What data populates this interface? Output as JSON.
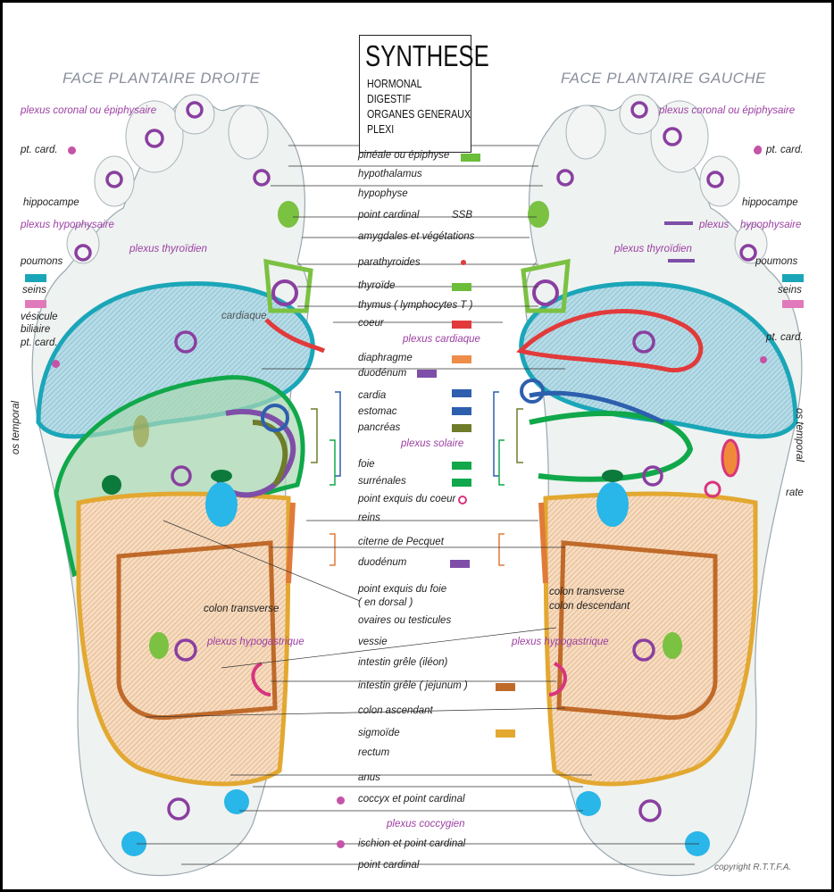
{
  "header": {
    "title_right_foot": "FACE PLANTAIRE   DROITE",
    "title_left_foot": "FACE PLANTAIRE  GAUCHE",
    "synthese": {
      "title": "SYNTHESE",
      "lines": [
        "HORMONAL",
        "DIGESTIF",
        "ORGANES GENERAUX",
        "PLEXI"
      ]
    }
  },
  "center_labels": [
    {
      "text": "pinéale ou épiphyse",
      "color": "#6cbd3a",
      "kind": "swatch"
    },
    {
      "text": "hypothalamus"
    },
    {
      "text": "hypophyse"
    },
    {
      "text": "point cardinal",
      "extra": "SSB"
    },
    {
      "text": "amygdales et végétations"
    },
    {
      "text": "parathyroides",
      "color": "#e23a3a",
      "kind": "smalldot"
    },
    {
      "text": "thyroïde",
      "color": "#6cbd3a",
      "kind": "swatch"
    },
    {
      "text": "thymus ( lymphocytes T )"
    },
    {
      "text": "coeur",
      "color": "#e23a3a",
      "kind": "swatch"
    },
    {
      "text": "plexus cardiaque",
      "plexus": true
    },
    {
      "text": "diaphragme",
      "color": "#ee8c4a",
      "kind": "swatch"
    },
    {
      "text": "duodénum",
      "color": "#7e4ea8",
      "kind": "swatch"
    },
    {
      "text": "cardia",
      "color": "#2d5fae",
      "kind": "swatch"
    },
    {
      "text": "estomac",
      "color": "#2d5fae",
      "kind": "swatch"
    },
    {
      "text": "pancréas",
      "color": "#6f7c2a",
      "kind": "swatch"
    },
    {
      "text": "plexus solaire",
      "plexus": true
    },
    {
      "text": "foie",
      "color": "#10a84a",
      "kind": "swatch"
    },
    {
      "text": "surrénales",
      "color": "#10a84a",
      "kind": "swatch"
    },
    {
      "text": "point exquis du coeur",
      "color": "#d8357e",
      "kind": "ring"
    },
    {
      "text": "reins"
    },
    {
      "text": "citerne de Pecquet"
    },
    {
      "text": "duodénum",
      "color": "#7e4ea8",
      "kind": "swatch"
    },
    {
      "text": "point exquis du foie"
    },
    {
      "text": "( en dorsal )"
    },
    {
      "text": "ovaires ou testicules"
    },
    {
      "text": "vessie"
    },
    {
      "text": "intestin grêle (iléon)"
    },
    {
      "text": "intestin grêle  ( jejunum )",
      "color": "#c06a2a",
      "kind": "swatch"
    },
    {
      "text": "colon ascendant"
    },
    {
      "text": "sigmoïde",
      "color": "#e3a830",
      "kind": "swatch"
    },
    {
      "text": "rectum"
    },
    {
      "text": "anus"
    },
    {
      "text": "coccyx et point cardinal",
      "color": "#c553a6",
      "kind": "dot"
    },
    {
      "text": "plexus coccygien",
      "plexus": true
    },
    {
      "text": "ischion et point cardinal",
      "color": "#c553a6",
      "kind": "dot"
    },
    {
      "text": "point cardinal"
    }
  ],
  "left_labels": {
    "plexus_coronal": "plexus coronal ou épiphysaire",
    "pt_card_1": "pt. card.",
    "hippocampe": "hippocampe",
    "plexus_hypophysaire": "plexus hypophysaire",
    "plexus_thyroidien": "plexus thyroïdien",
    "poumons": "poumons",
    "seins": "seins",
    "vesicule": "vésicule",
    "biliaire": "biliaire",
    "pt_card_2": "pt. card.",
    "os_temporal": "os temporal",
    "cardiaque": "cardiaque",
    "colon_transverse": "colon transverse",
    "plexus_hypogastrique": "plexus hypogastrique"
  },
  "right_labels": {
    "plexus_coronal": "plexus coronal ou épiphysaire",
    "pt_card_1": "pt. card.",
    "hippocampe": "hippocampe",
    "plexus_label": "plexus",
    "hypophysaire": "hypophysaire",
    "plexus_thyroidien": "plexus thyroïdien",
    "poumons": "poumons",
    "seins": "seins",
    "pt_card_2": "pt. card.",
    "os_temporal": "os temporal",
    "rate": "rate",
    "colon_transverse": "colon transverse",
    "colon_descendant": "colon descendant",
    "plexus_hypogastrique": "plexus hypogastrique"
  },
  "footer": {
    "copyright": "copyright  R.T.T.F.A."
  },
  "colors": {
    "lung": "#1aa6b8",
    "liver": "#10a84a",
    "thyroid": "#7bc142",
    "heart": "#e23a3a",
    "stomach": "#2d5fae",
    "duodenum": "#7e4ea8",
    "kidney": "#29b6e8",
    "colon": "#c06a2a",
    "sigmoid": "#e3a830",
    "plexus": "#9c3fa3",
    "point": "#c553a6"
  }
}
